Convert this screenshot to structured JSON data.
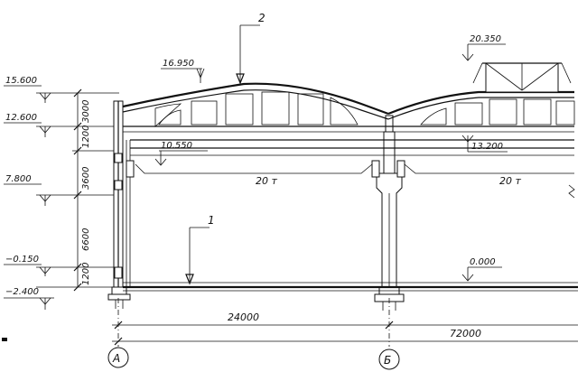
{
  "elevations": {
    "e15600": "15.600",
    "e12600": "12.600",
    "e7800": "7.800",
    "e_0150": "−0.150",
    "e_2400": "−2.400",
    "e16950": "16.950",
    "e10550": "10.550",
    "e20350": "20.350",
    "e13200": "13.200",
    "e0000": "0.000"
  },
  "heights": {
    "h3000": "3000",
    "h1200a": "1200",
    "h3600": "3600",
    "h6600": "6600",
    "h1200b": "1200"
  },
  "cranes": {
    "left": "20 т",
    "right": "20 т"
  },
  "callouts": {
    "c1": "1",
    "c2": "2"
  },
  "spans": {
    "span1": "24000",
    "total": "72000"
  },
  "axes": {
    "a": "А",
    "b": "Б"
  }
}
